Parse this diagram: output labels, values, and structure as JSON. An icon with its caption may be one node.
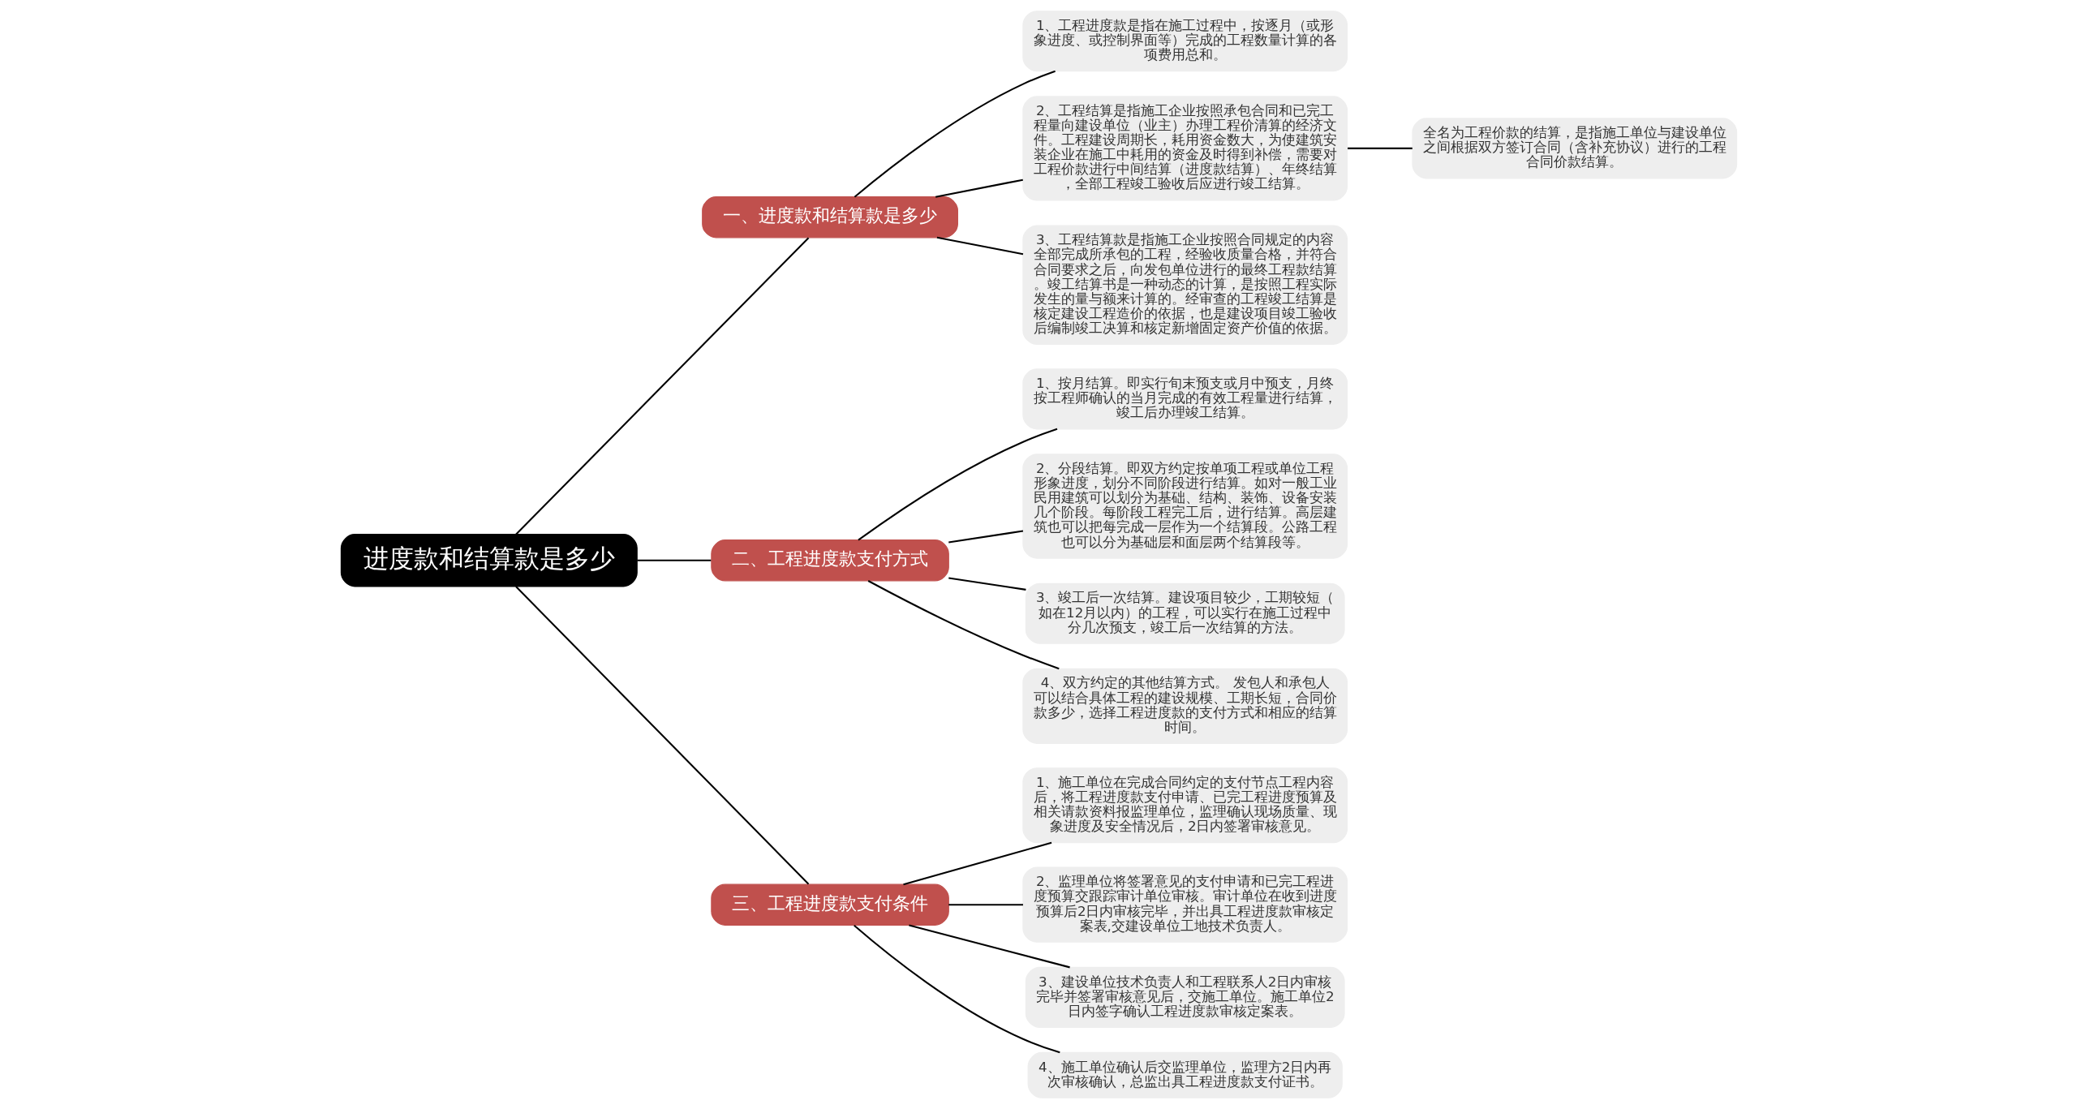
{
  "diagram": {
    "nodes": [
      {
        "text": [
          "进度款和结算款是多少"
        ]
      },
      {
        "text": [
          "一、进度款和结算款是多少"
        ]
      },
      {
        "text": [
          "1、工程进度款是指在施工过程中，按逐月（或形象进度、或控制界面等）完成的工程数量计算的各项费用总和。"
        ]
      },
      {
        "text": [
          "2、工程结算是指施工企业按照承包合同和已完工程量向建设单位（业主）办理工程价清算的经济文件。工程建设周期长，耗用资金数大，为使建筑安装企业在施工中耗用的资金及时得到补偿，需要对工程价款进行中间结算（进度款结算）、年终结算，全部工程竣工验收后应进行竣工结算。"
        ]
      },
      {
        "text": [
          "3、工程结算款是指施工企业按照合同规定的内容全部完成所承包的工程，经验收质量合格，并符合合同要求之后，向发包单位进行的最终工程款结算。竣工结算书是一种动态的计算，是按照工程实际发生的量与额来计算的。经审查的工程竣工结算是核定建设工程造价的依据，也是建设项目竣工验收后编制竣工决算和核定新增固定资产价值的依据。"
        ]
      },
      {
        "text": [
          "全名为工程价款的结算，是指施工单位与建设单位之间根据双方签订合同（含补充协议）进行的工程合同价款结算。"
        ]
      },
      {
        "text": [
          "二、工程进度款支付方式"
        ]
      },
      {
        "text": [
          "1、按月结算。即实行旬末预支或月中预支，月终按工程师确认的当月完成的有效工程量进行结算，竣工后办理竣工结算。"
        ]
      },
      {
        "text": [
          "2、分段结算。即双方约定按单项工程或单位工程形象进度，划分不同阶段进行结算。如对一般工业民用建筑可以划分为基础、结构、装饰、设备安装几个阶段。每阶段工程完工后，进行结算。高层建筑也可以把每完成一层作为一个结算段。公路工程也可以分为基础层和面层两个结算段等。"
        ]
      },
      {
        "text": [
          "3、竣工后一次结算。建设项目较少，工期较短（如在12月以内）的工程，可以实行在施工过程中分几次预支，竣工后一次结算的方法。"
        ]
      },
      {
        "text": [
          "4、双方约定的其他结算方式。 发包人和承包人可以结合具体工程的建设规模、工期长短，合同价款多少，选择工程进度款的支付方式和相应的结算时间。"
        ]
      },
      {
        "text": [
          "三、工程进度款支付条件"
        ]
      },
      {
        "text": [
          "1、施工单位在完成合同约定的支付节点工程内容后，将工程进度款支付申请、已完工程进度预算及相关请款资料报监理单位，监理确认现场质量、现象进度及安全情况后，2日内签署审核意见。"
        ]
      },
      {
        "text": [
          "2、监理单位将签署意见的支付申请和已完工程进度预算交跟踪审计单位审核。审计单位在收到进度预算后2日内审核完毕，并出具工程进度款审核定案表,交建设单位工地技术负责人。"
        ]
      },
      {
        "text": [
          "3、建设单位技术负责人和工程联系人2日内审核完毕并签署审核意见后，交施工单位。施工单位2日内签字确认工程进度款审核定案表。"
        ]
      },
      {
        "text": [
          "4、施工单位确认后交监理单位，监理方2日内再次审核确认，总监出具工程进度款支付证书。"
        ]
      }
    ],
    "edges": [
      {
        "from": 0,
        "to": 1,
        "arrow": "none"
      },
      {
        "from": 1,
        "to": 2,
        "arrow": "none"
      },
      {
        "from": 1,
        "to": 3,
        "arrow": "none"
      },
      {
        "from": 1,
        "to": 4,
        "arrow": "none"
      },
      {
        "from": 3,
        "to": 5,
        "arrow": "none"
      },
      {
        "from": 0,
        "to": 6,
        "arrow": "none"
      },
      {
        "from": 6,
        "to": 7,
        "arrow": "none"
      },
      {
        "from": 6,
        "to": 8,
        "arrow": "none"
      },
      {
        "from": 6,
        "to": 9,
        "arrow": "none"
      },
      {
        "from": 6,
        "to": 10,
        "arrow": "none"
      },
      {
        "from": 0,
        "to": 11,
        "arrow": "none"
      },
      {
        "from": 11,
        "to": 12,
        "arrow": "none"
      },
      {
        "from": 11,
        "to": 13,
        "arrow": "none"
      },
      {
        "from": 11,
        "to": 14,
        "arrow": "none"
      },
      {
        "from": 11,
        "to": 15,
        "arrow": "none"
      }
    ]
  }
}
